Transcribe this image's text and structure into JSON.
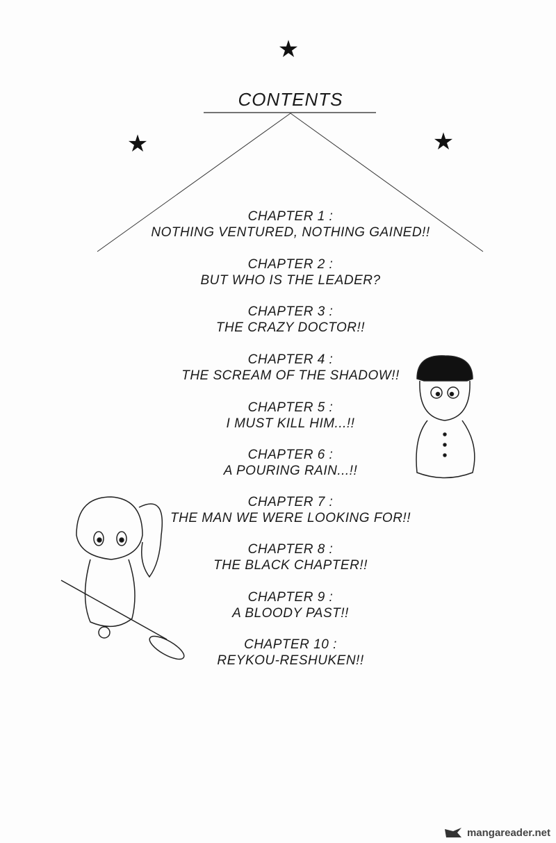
{
  "title": "CONTENTS",
  "chapters": [
    {
      "number": "CHAPTER 1 :",
      "title": "NOTHING VENTURED, NOTHING GAINED!!"
    },
    {
      "number": "CHAPTER 2 :",
      "title": "BUT WHO IS THE LEADER?"
    },
    {
      "number": "CHAPTER 3 :",
      "title": "THE CRAZY DOCTOR!!"
    },
    {
      "number": "CHAPTER 4 :",
      "title": "THE SCREAM OF THE SHADOW!!"
    },
    {
      "number": "CHAPTER 5 :",
      "title": "I MUST KILL HIM...!!"
    },
    {
      "number": "CHAPTER 6 :",
      "title": "A POURING RAIN...!!"
    },
    {
      "number": "CHAPTER 7 :",
      "title": "THE MAN WE WERE LOOKING FOR!!"
    },
    {
      "number": "CHAPTER 8 :",
      "title": "THE BLACK CHAPTER!!"
    },
    {
      "number": "CHAPTER 9 :",
      "title": "A BLOODY PAST!!"
    },
    {
      "number": "CHAPTER 10 :",
      "title": "REYKOU-RESHUKEN!!"
    }
  ],
  "watermark": "mangareader.net"
}
